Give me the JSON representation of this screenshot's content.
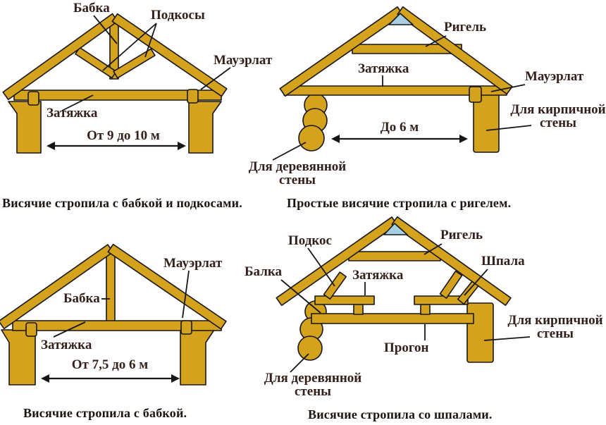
{
  "colors": {
    "wood": "#d4a21d",
    "outline": "#161616",
    "gable_blue": "#a9cfe5",
    "label_text": "#33201a",
    "caption_text": "#1c1410",
    "background": "#ffffff"
  },
  "panels": {
    "p1": {
      "caption": "Висячие  стропила с бабкой и подкосами.",
      "dimension": "От 9 до 10 м",
      "labels": {
        "babka": "Бабка",
        "podkosy": "Подкосы",
        "mauerlat": "Мауэрлат",
        "zatyazhka": "Затяжка"
      }
    },
    "p2": {
      "caption": "Простые висячие  стропила с ригелем.",
      "dimension": "До 6 м",
      "labels": {
        "rigel": "Ригель",
        "zatyazhka": "Затяжка",
        "mauerlat": "Мауэрлат",
        "brick_wall": "Для кирпичной стены",
        "wood_wall": "Для деревянной стены"
      }
    },
    "p3": {
      "caption": "Висячие  стропила с бабкой.",
      "dimension": "От 7,5 до 6 м",
      "labels": {
        "mauerlat": "Мауэрлат",
        "babka": "Бабка",
        "zatyazhka": "Затяжка"
      }
    },
    "p4": {
      "caption": "Висячие  стропила со шпалами.",
      "labels": {
        "podkos": "Подкос",
        "rigel": "Ригель",
        "shpala": "Шпала",
        "balka": "Балка",
        "zatyazhka": "Затяжка",
        "brick_wall": "Для кирпичной стены",
        "progon": "Прогон",
        "wood_wall": "Для деревянной стены"
      }
    }
  }
}
